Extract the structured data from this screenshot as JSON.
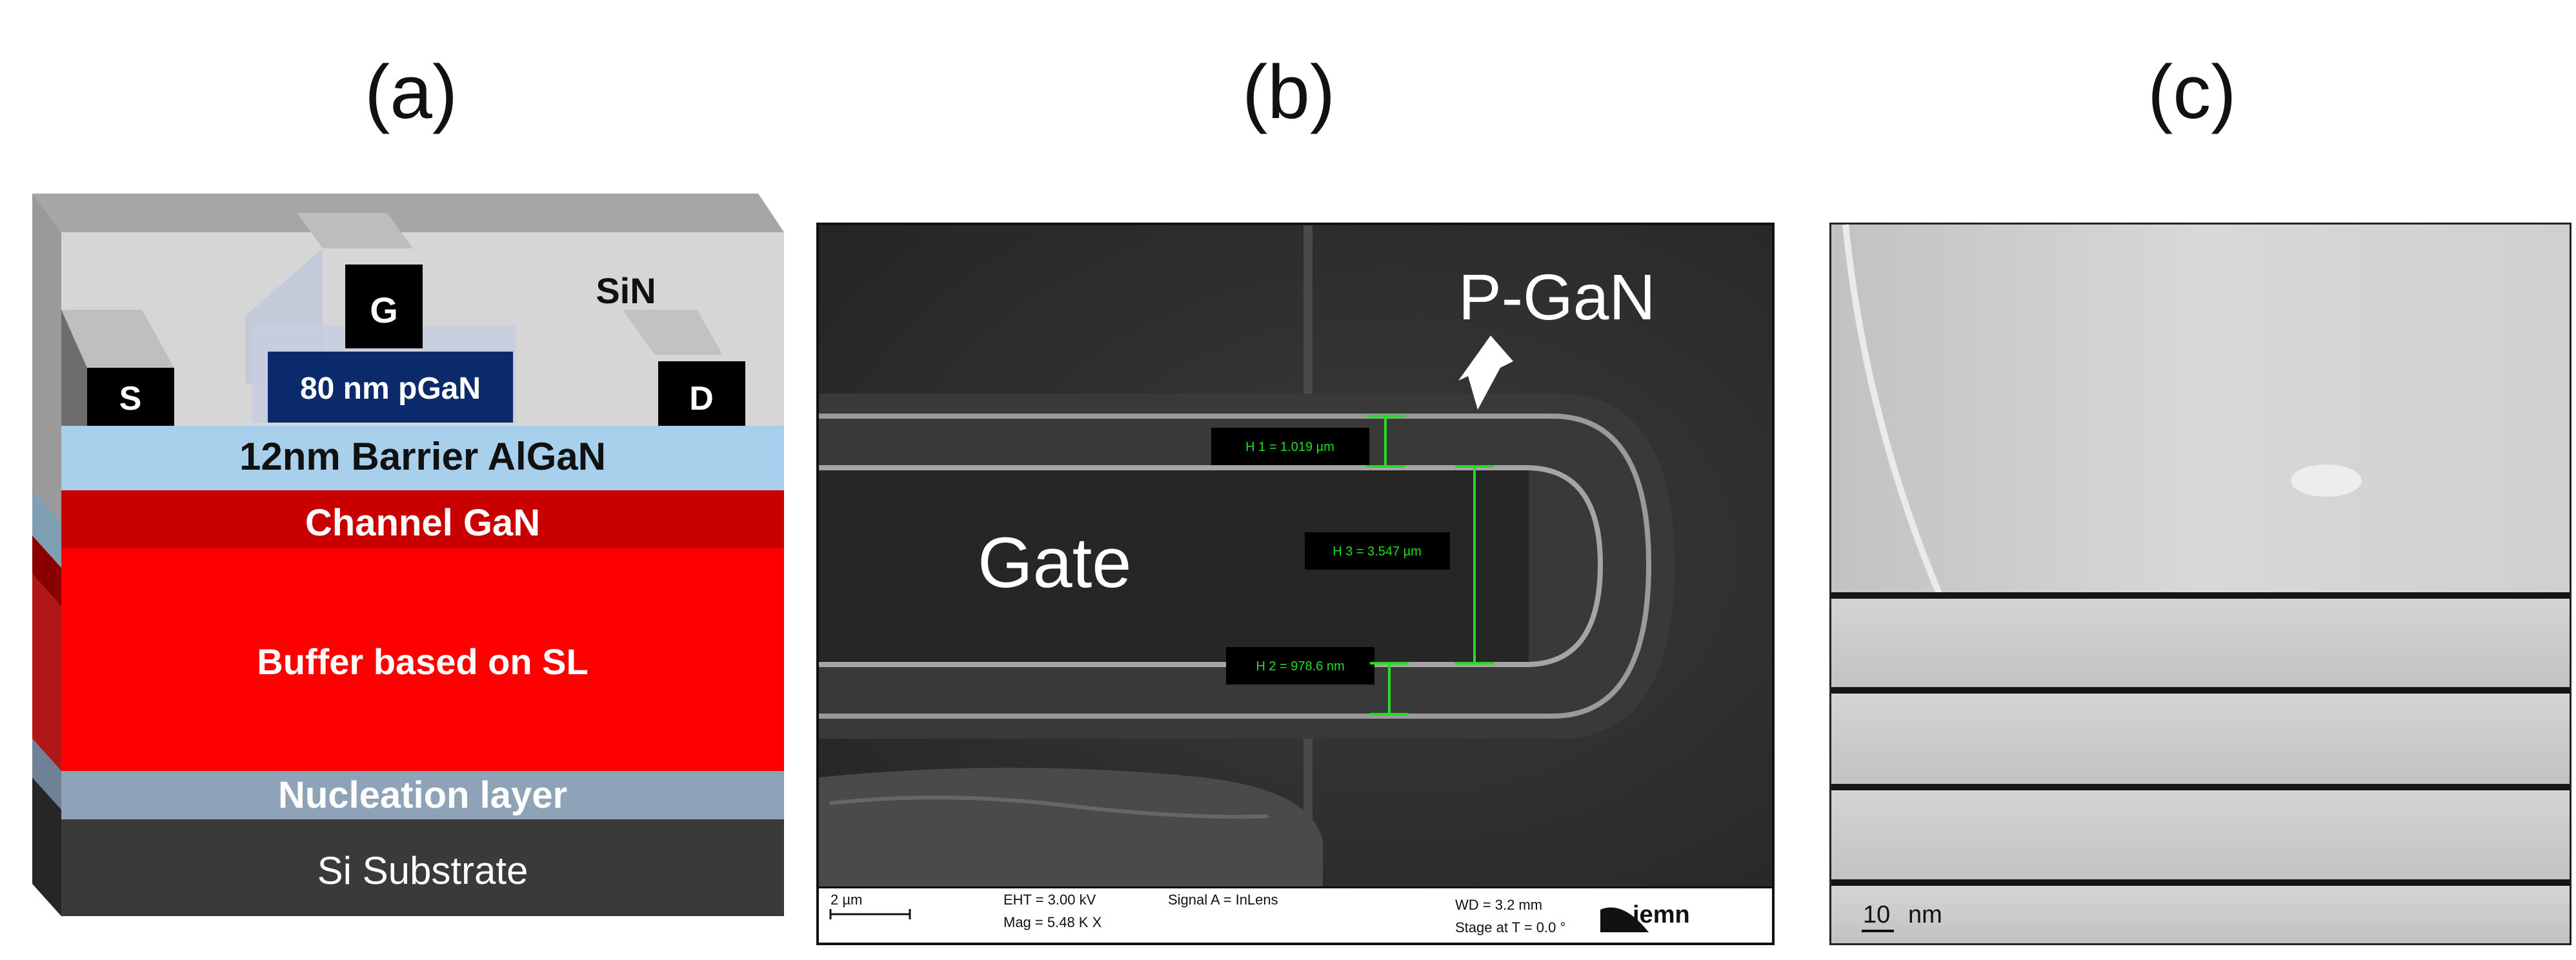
{
  "panels": {
    "a": {
      "label": "(a)",
      "layers": {
        "sin": "SiN",
        "gate_metal": "G",
        "pgan": "80 nm pGaN",
        "source": "S",
        "drain": "D",
        "barrier": "12nm Barrier AlGaN",
        "channel": "Channel GaN",
        "buffer": "Buffer based on SL",
        "nucleation": "Nucleation layer",
        "substrate": "Si Substrate"
      }
    },
    "b": {
      "label": "(b)",
      "region_labels": {
        "pgan": "P-GaN",
        "gate": "Gate"
      },
      "measurements": {
        "h1": "H 1 = 1.019 µm",
        "h3": "H 3 = 3.547 µm",
        "h2": "H 2 = 978.6 nm"
      },
      "footer": {
        "scalebar": "2 µm",
        "eht": "EHT =  3.00 kV",
        "mag": "Mag =  5.48 K X",
        "signal": "Signal A = InLens",
        "wd": "WD =  3.2 mm",
        "stage": "Stage at T =  0.0 °",
        "logo": "iemn"
      }
    },
    "c": {
      "label": "(c)",
      "scalebar_value": "10",
      "scalebar_unit": "nm"
    }
  },
  "colors": {
    "barrier": "#a8d0ec",
    "channel": "#c80000",
    "buffer": "#ff0000",
    "nucleation": "#8ea2b8",
    "substrate": "#3a3a3a",
    "pgan": "#0b2a6b",
    "measure": "#22dd22"
  }
}
